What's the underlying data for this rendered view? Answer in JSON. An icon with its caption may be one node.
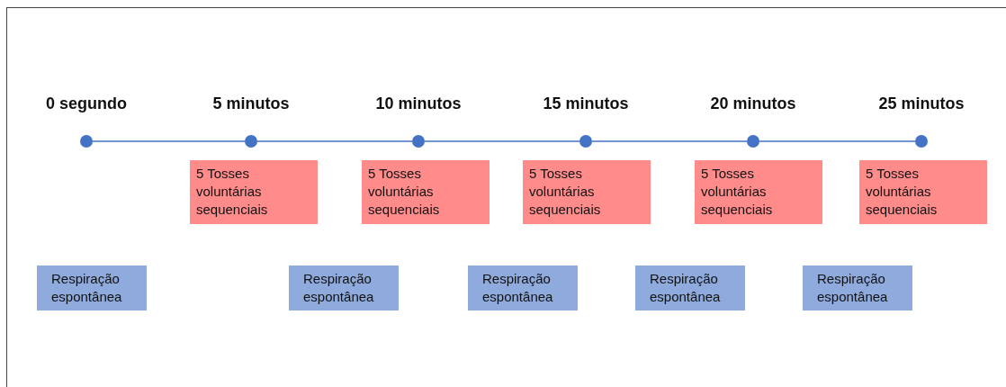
{
  "diagram": {
    "nodes": [
      {
        "text": [],
        "shape": "circle",
        "beside": [
          "0 segundo"
        ]
      },
      {
        "text": [],
        "shape": "circle",
        "beside": [
          "5 minutos"
        ]
      },
      {
        "text": [],
        "shape": "circle",
        "beside": [
          "10 minutos"
        ]
      },
      {
        "text": [],
        "shape": "circle",
        "beside": [
          "15 minutos"
        ]
      },
      {
        "text": [],
        "shape": "circle",
        "beside": [
          "20 minutos"
        ]
      },
      {
        "text": [],
        "shape": "circle",
        "beside": [
          "25 minutos"
        ]
      },
      {
        "text": [
          "5 Tosses voluntárias sequenciais"
        ]
      },
      {
        "text": [
          "5 Tosses voluntárias sequenciais"
        ]
      },
      {
        "text": [
          "5 Tosses voluntárias sequenciais"
        ]
      },
      {
        "text": [
          "5 Tosses voluntárias sequenciais"
        ]
      },
      {
        "text": [
          "5 Tosses voluntárias sequenciais"
        ]
      },
      {
        "text": [
          "Respiração espontânea"
        ]
      },
      {
        "text": [
          "Respiração espontânea"
        ]
      },
      {
        "text": [
          "Respiração espontânea"
        ]
      },
      {
        "text": [
          "Respiração espontânea"
        ]
      },
      {
        "text": [
          "Respiração espontânea"
        ]
      }
    ],
    "edges": [
      {
        "from": 0,
        "to": 1,
        "arrow": "none"
      },
      {
        "from": 1,
        "to": 2,
        "arrow": "none"
      },
      {
        "from": 2,
        "to": 3,
        "arrow": "none"
      },
      {
        "from": 3,
        "to": 4,
        "arrow": "none"
      },
      {
        "from": 4,
        "to": 5,
        "arrow": "none"
      }
    ]
  }
}
